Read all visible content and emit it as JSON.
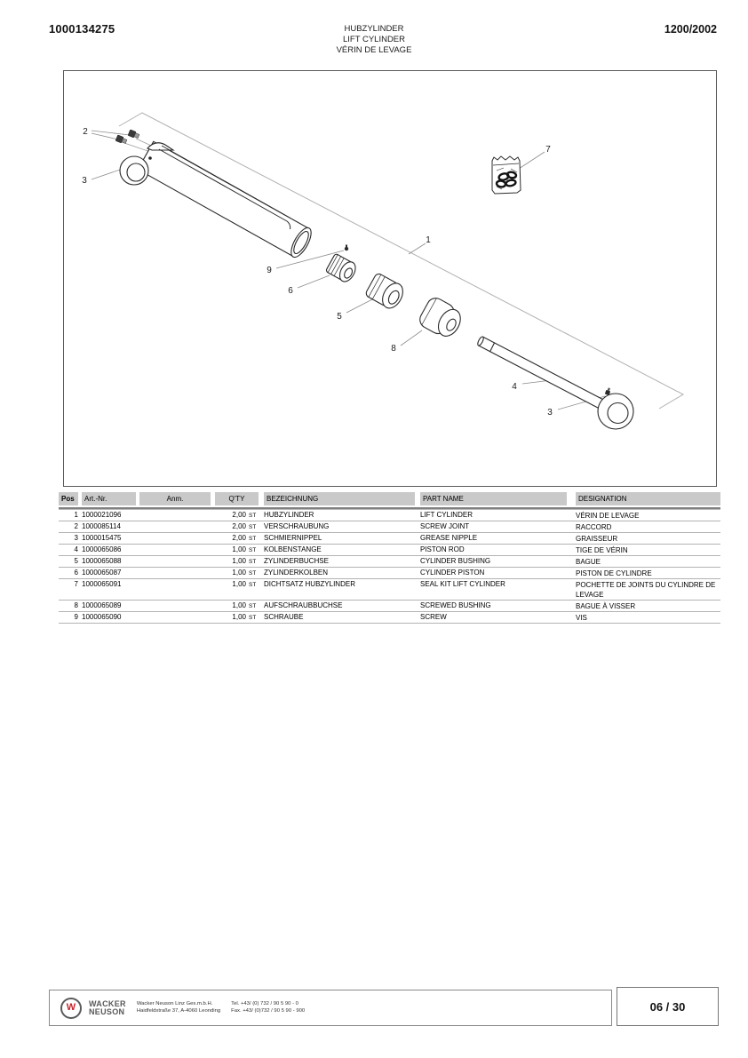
{
  "page": {
    "doc_number": "1000134275",
    "doc_date": "1200/2002",
    "title_de": "HUBZYLINDER",
    "title_en": "LIFT CYLINDER",
    "title_fr": "VÉRIN DE LEVAGE",
    "page_indicator": "06 / 30"
  },
  "diagram": {
    "callouts": [
      {
        "label": "2"
      },
      {
        "label": "3"
      },
      {
        "label": "9"
      },
      {
        "label": "6"
      },
      {
        "label": "5"
      },
      {
        "label": "8"
      },
      {
        "label": "1"
      },
      {
        "label": "7"
      },
      {
        "label": "4"
      },
      {
        "label": "3"
      }
    ],
    "line_color": "#2a2a2a",
    "reference_line_color": "#b0b0b0"
  },
  "table": {
    "headers": {
      "pos": "Pos",
      "art_nr": "Art.-Nr.",
      "anm": "Anm.",
      "qty": "Q'TY",
      "bezeichnung": "BEZEICHNUNG",
      "part_name": "PART NAME",
      "designation": "DESIGNATION"
    },
    "rows": [
      {
        "pos": "1",
        "art_nr": "1000021096",
        "anm": "",
        "qty": "2,00",
        "unit": "ST",
        "bezeichnung": "HUBZYLINDER",
        "part_name": "LIFT CYLINDER",
        "designation": "VÉRIN DE LEVAGE"
      },
      {
        "pos": "2",
        "art_nr": "1000085114",
        "anm": "",
        "qty": "2,00",
        "unit": "ST",
        "bezeichnung": "VERSCHRAUBUNG",
        "part_name": "SCREW JOINT",
        "designation": "RACCORD"
      },
      {
        "pos": "3",
        "art_nr": "1000015475",
        "anm": "",
        "qty": "2,00",
        "unit": "ST",
        "bezeichnung": "SCHMIERNIPPEL",
        "part_name": "GREASE NIPPLE",
        "designation": "GRAISSEUR"
      },
      {
        "pos": "4",
        "art_nr": "1000065086",
        "anm": "",
        "qty": "1,00",
        "unit": "ST",
        "bezeichnung": "KOLBENSTANGE",
        "part_name": "PISTON ROD",
        "designation": "TIGE DE VÉRIN"
      },
      {
        "pos": "5",
        "art_nr": "1000065088",
        "anm": "",
        "qty": "1,00",
        "unit": "ST",
        "bezeichnung": "ZYLINDERBUCHSE",
        "part_name": "CYLINDER BUSHING",
        "designation": "BAGUE"
      },
      {
        "pos": "6",
        "art_nr": "1000065087",
        "anm": "",
        "qty": "1,00",
        "unit": "ST",
        "bezeichnung": "ZYLINDERKOLBEN",
        "part_name": "CYLINDER PISTON",
        "designation": "PISTON DE CYLINDRE"
      },
      {
        "pos": "7",
        "art_nr": "1000065091",
        "anm": "",
        "qty": "1,00",
        "unit": "ST",
        "bezeichnung": "DICHTSATZ HUBZYLINDER",
        "part_name": "SEAL KIT LIFT CYLINDER",
        "designation": "POCHETTE DE JOINTS DU CYLINDRE DE LEVAGE"
      },
      {
        "pos": "8",
        "art_nr": "1000065089",
        "anm": "",
        "qty": "1,00",
        "unit": "ST",
        "bezeichnung": "AUFSCHRAUBBUCHSE",
        "part_name": "SCREWED BUSHING",
        "designation": "BAGUE À VISSER"
      },
      {
        "pos": "9",
        "art_nr": "1000065090",
        "anm": "",
        "qty": "1,00",
        "unit": "ST",
        "bezeichnung": "SCHRAUBE",
        "part_name": "SCREW",
        "designation": "VIS"
      }
    ]
  },
  "footer": {
    "logo_letter": "W",
    "brand_line1": "WACKER",
    "brand_line2": "NEUSON",
    "company_line1": "Wacker Neuson Linz  Ges.m.b.H.",
    "company_line2": "Haidfeldstraße 37, A-4060 Leonding",
    "tel": "Tel. +43/ (0) 732 / 90 5 90 - 0",
    "fax": "Fax. +43/ (0)732 / 90 5 90 - 900"
  }
}
